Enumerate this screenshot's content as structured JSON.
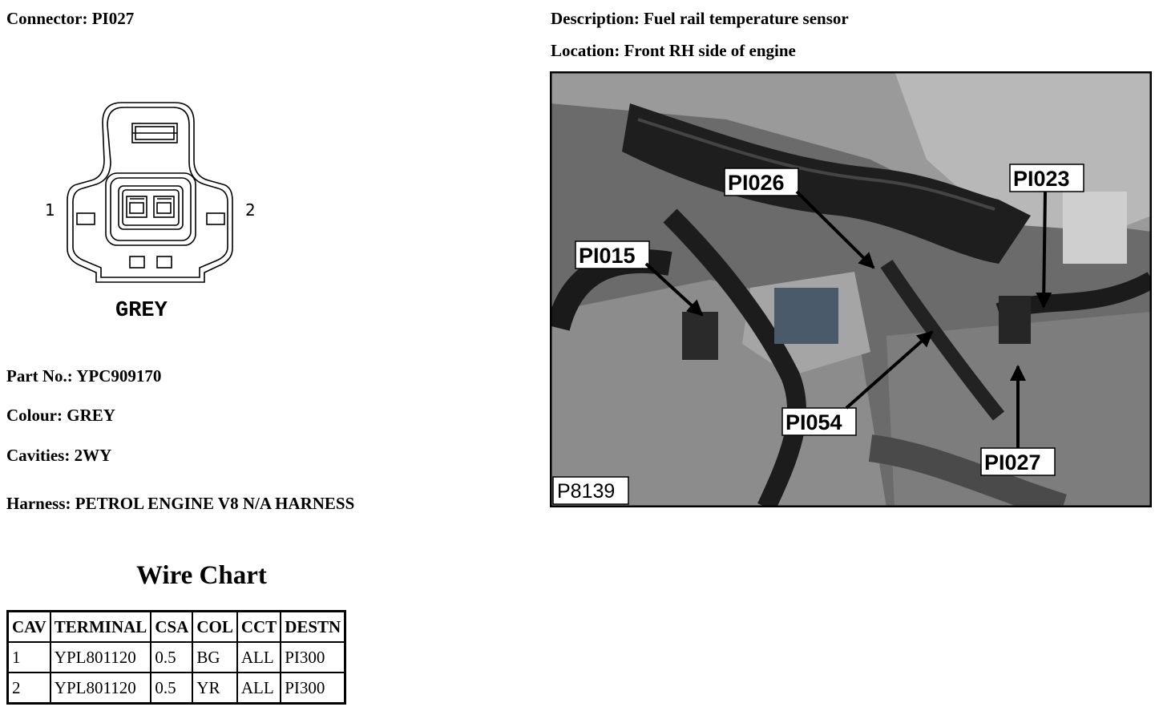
{
  "connector": {
    "label": "Connector: PI027"
  },
  "diagram": {
    "pin_left": "1",
    "pin_right": "2",
    "colour_label": "GREY"
  },
  "details": {
    "part_no": "Part No.: YPC909170",
    "colour": "Colour: GREY",
    "cavities": "Cavities: 2WY",
    "harness": "Harness: PETROL ENGINE V8 N/A HARNESS"
  },
  "description": "Description: Fuel rail temperature sensor",
  "location": "Location: Front RH side of engine",
  "photo": {
    "id": "P8139",
    "callouts": [
      "PI026",
      "PI023",
      "PI015",
      "PI054",
      "PI027"
    ]
  },
  "wire_chart": {
    "title": "Wire Chart",
    "headers": [
      "CAV",
      "TERMINAL",
      "CSA",
      "COL",
      "CCT",
      "DESTN"
    ],
    "rows": [
      [
        "1",
        "YPL801120",
        "0.5",
        "BG",
        "ALL",
        "PI300"
      ],
      [
        "2",
        "YPL801120",
        "0.5",
        "YR",
        "ALL",
        "PI300"
      ]
    ]
  }
}
